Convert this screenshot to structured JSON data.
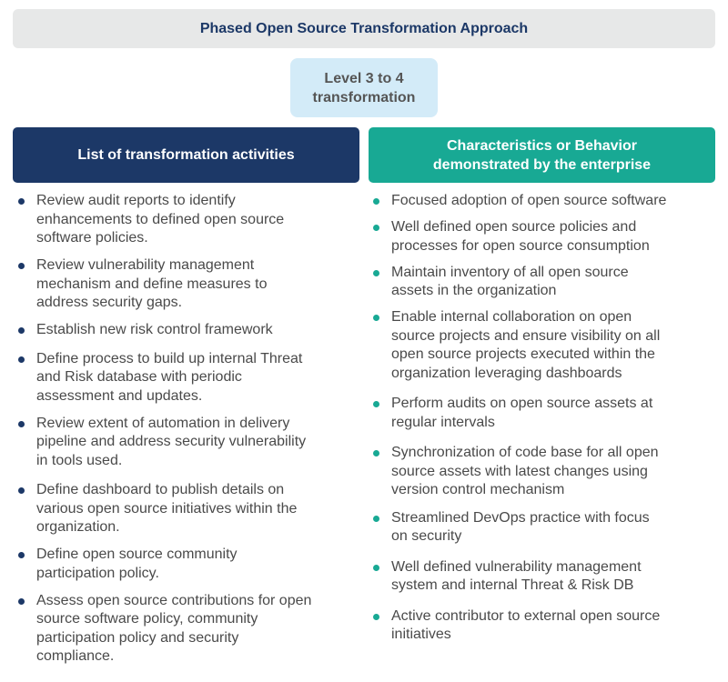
{
  "title": "Phased Open Source Transformation Approach",
  "level": "Level 3 to 4\ntransformation",
  "left_header": "List of transformation activities",
  "right_header": "Characteristics or Behavior\ndemonstrated by the enterprise",
  "colors": {
    "navy": "#1c3867",
    "teal": "#18a994",
    "gray_bar": "#e7e8e8",
    "light_blue": "#d3ebf8"
  },
  "activities": [
    "Review audit reports to identify\nenhancements to defined open source\nsoftware policies.",
    "Review vulnerability management\nmechanism and define measures to\naddress security gaps.",
    "Establish new risk control framework",
    "Define process to build up internal Threat\nand Risk database with periodic\nassessment and updates.",
    "Review extent of automation in delivery\npipeline and address security vulnerability\nin tools used.",
    "Define dashboard to publish details on\nvarious open source initiatives within the\norganization.",
    "Define open source community\nparticipation policy.",
    "Assess open source contributions for open\nsource software policy, community\nparticipation policy and security\ncompliance."
  ],
  "characteristics": [
    " Focused adoption of open source software",
    "Well defined open source policies and\nprocesses for open source consumption",
    "Maintain inventory of all open source\nassets in the organization",
    "Enable internal collaboration on open\nsource projects and ensure visibility on all\nopen source projects executed within the\norganization leveraging dashboards",
    "Perform audits on open source assets at\nregular intervals",
    "Synchronization of code base for all open\nsource assets with latest changes using\nversion control mechanism",
    "Streamlined DevOps practice with focus\non security",
    "Well defined vulnerability management\nsystem and internal Threat & Risk DB",
    "Active contributor to external open source\ninitiatives"
  ]
}
